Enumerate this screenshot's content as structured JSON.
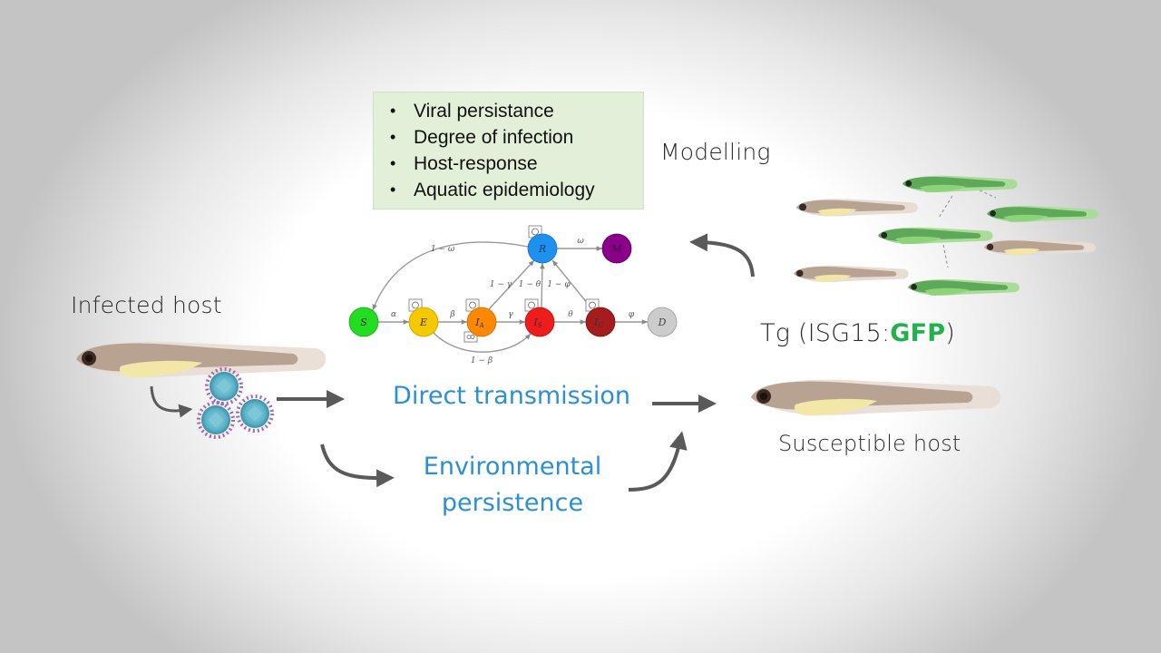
{
  "bullets": {
    "items": [
      "Viral persistance",
      "Degree of infection",
      "Host-response",
      "Aquatic epidemiology"
    ]
  },
  "labels": {
    "modelling": "Modelling",
    "infected_host": "Infected host",
    "susceptible_host": "Susceptible host",
    "transgenic_prefix": "Tg (ISG15:",
    "transgenic_reporter": "GFP",
    "transgenic_suffix": ")",
    "direct_transmission": "Direct transmission",
    "environmental_line1": "Environmental",
    "environmental_line2": "persistence"
  },
  "model": {
    "nodes": [
      {
        "id": "S",
        "label": "S",
        "color": "#22dd22"
      },
      {
        "id": "E",
        "label": "E",
        "color": "#f5c800"
      },
      {
        "id": "IA",
        "label": "I",
        "sub": "A",
        "color": "#ff8800"
      },
      {
        "id": "IS",
        "label": "I",
        "sub": "S",
        "color": "#ee1c1c"
      },
      {
        "id": "IC",
        "label": "I",
        "sub": "C",
        "color": "#a61c1c"
      },
      {
        "id": "D",
        "label": "D",
        "color": "#cccccc"
      },
      {
        "id": "R",
        "label": "R",
        "color": "#1e90f0"
      },
      {
        "id": "M",
        "label": "M",
        "color": "#8a008a"
      }
    ],
    "edge_labels": {
      "S_E": "α",
      "E_IA": "β",
      "IA_IS": "γ",
      "IS_IC": "θ",
      "IC_D": "φ",
      "R_M": "ω",
      "R_S": "1 − ω",
      "IA_R": "1 − γ",
      "IS_R": "1 − θ",
      "IC_R": "1 − φ",
      "E_IS": "1 − β"
    }
  },
  "colors": {
    "accent_blue": "#2b8fd6",
    "gfp_green": "#22b14c",
    "arrow_gray": "#5a5a5a",
    "box_green": "#e2efd9"
  }
}
